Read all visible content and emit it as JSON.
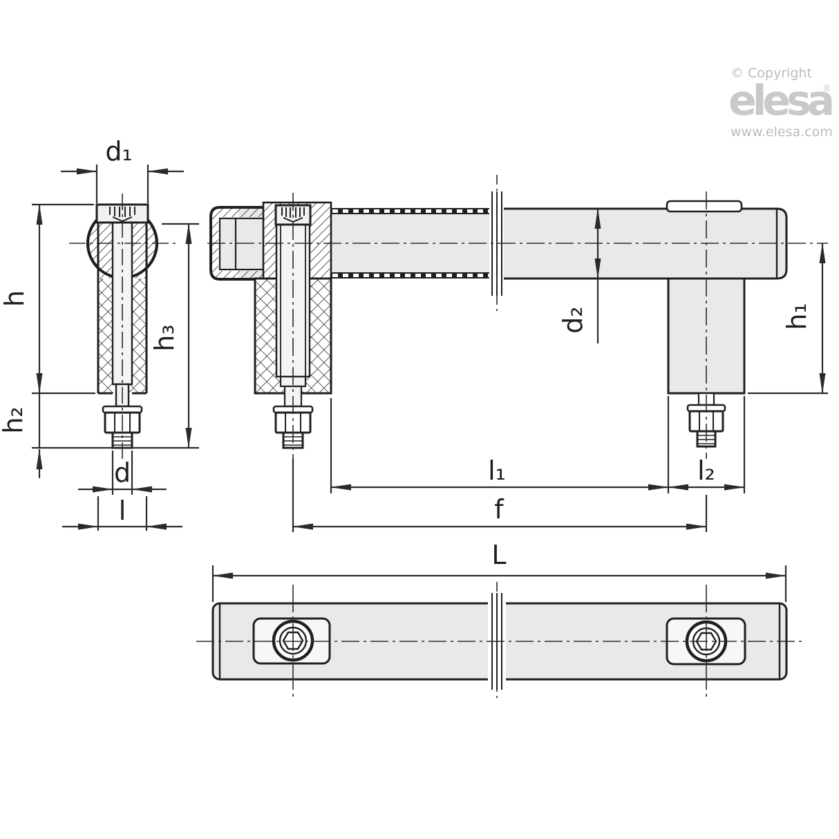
{
  "logo": {
    "copyright": "© Copyright",
    "brand": "elesa",
    "registered": "®",
    "website": "www.elesa.com",
    "color": "#c7c9ca"
  },
  "drawing": {
    "type": "technical-dimension-drawing",
    "part": "tubular handle with socket screws, sectioned",
    "line_color": "#222222",
    "fill_color": "#e9e9e9",
    "views": {
      "side_view": {
        "dimensions": {
          "d1": "d₁",
          "h": "h",
          "h2": "h₂",
          "h3": "h₃",
          "d": "d",
          "l": "l"
        }
      },
      "front_view": {
        "dimensions": {
          "d2": "d₂",
          "h1": "h₁",
          "l1": "l₁",
          "l2": "l₂",
          "f": "f",
          "L": "L"
        }
      },
      "top_view": {
        "features": "two socket head screws in rectangular recesses, break lines at mid-length"
      }
    }
  }
}
